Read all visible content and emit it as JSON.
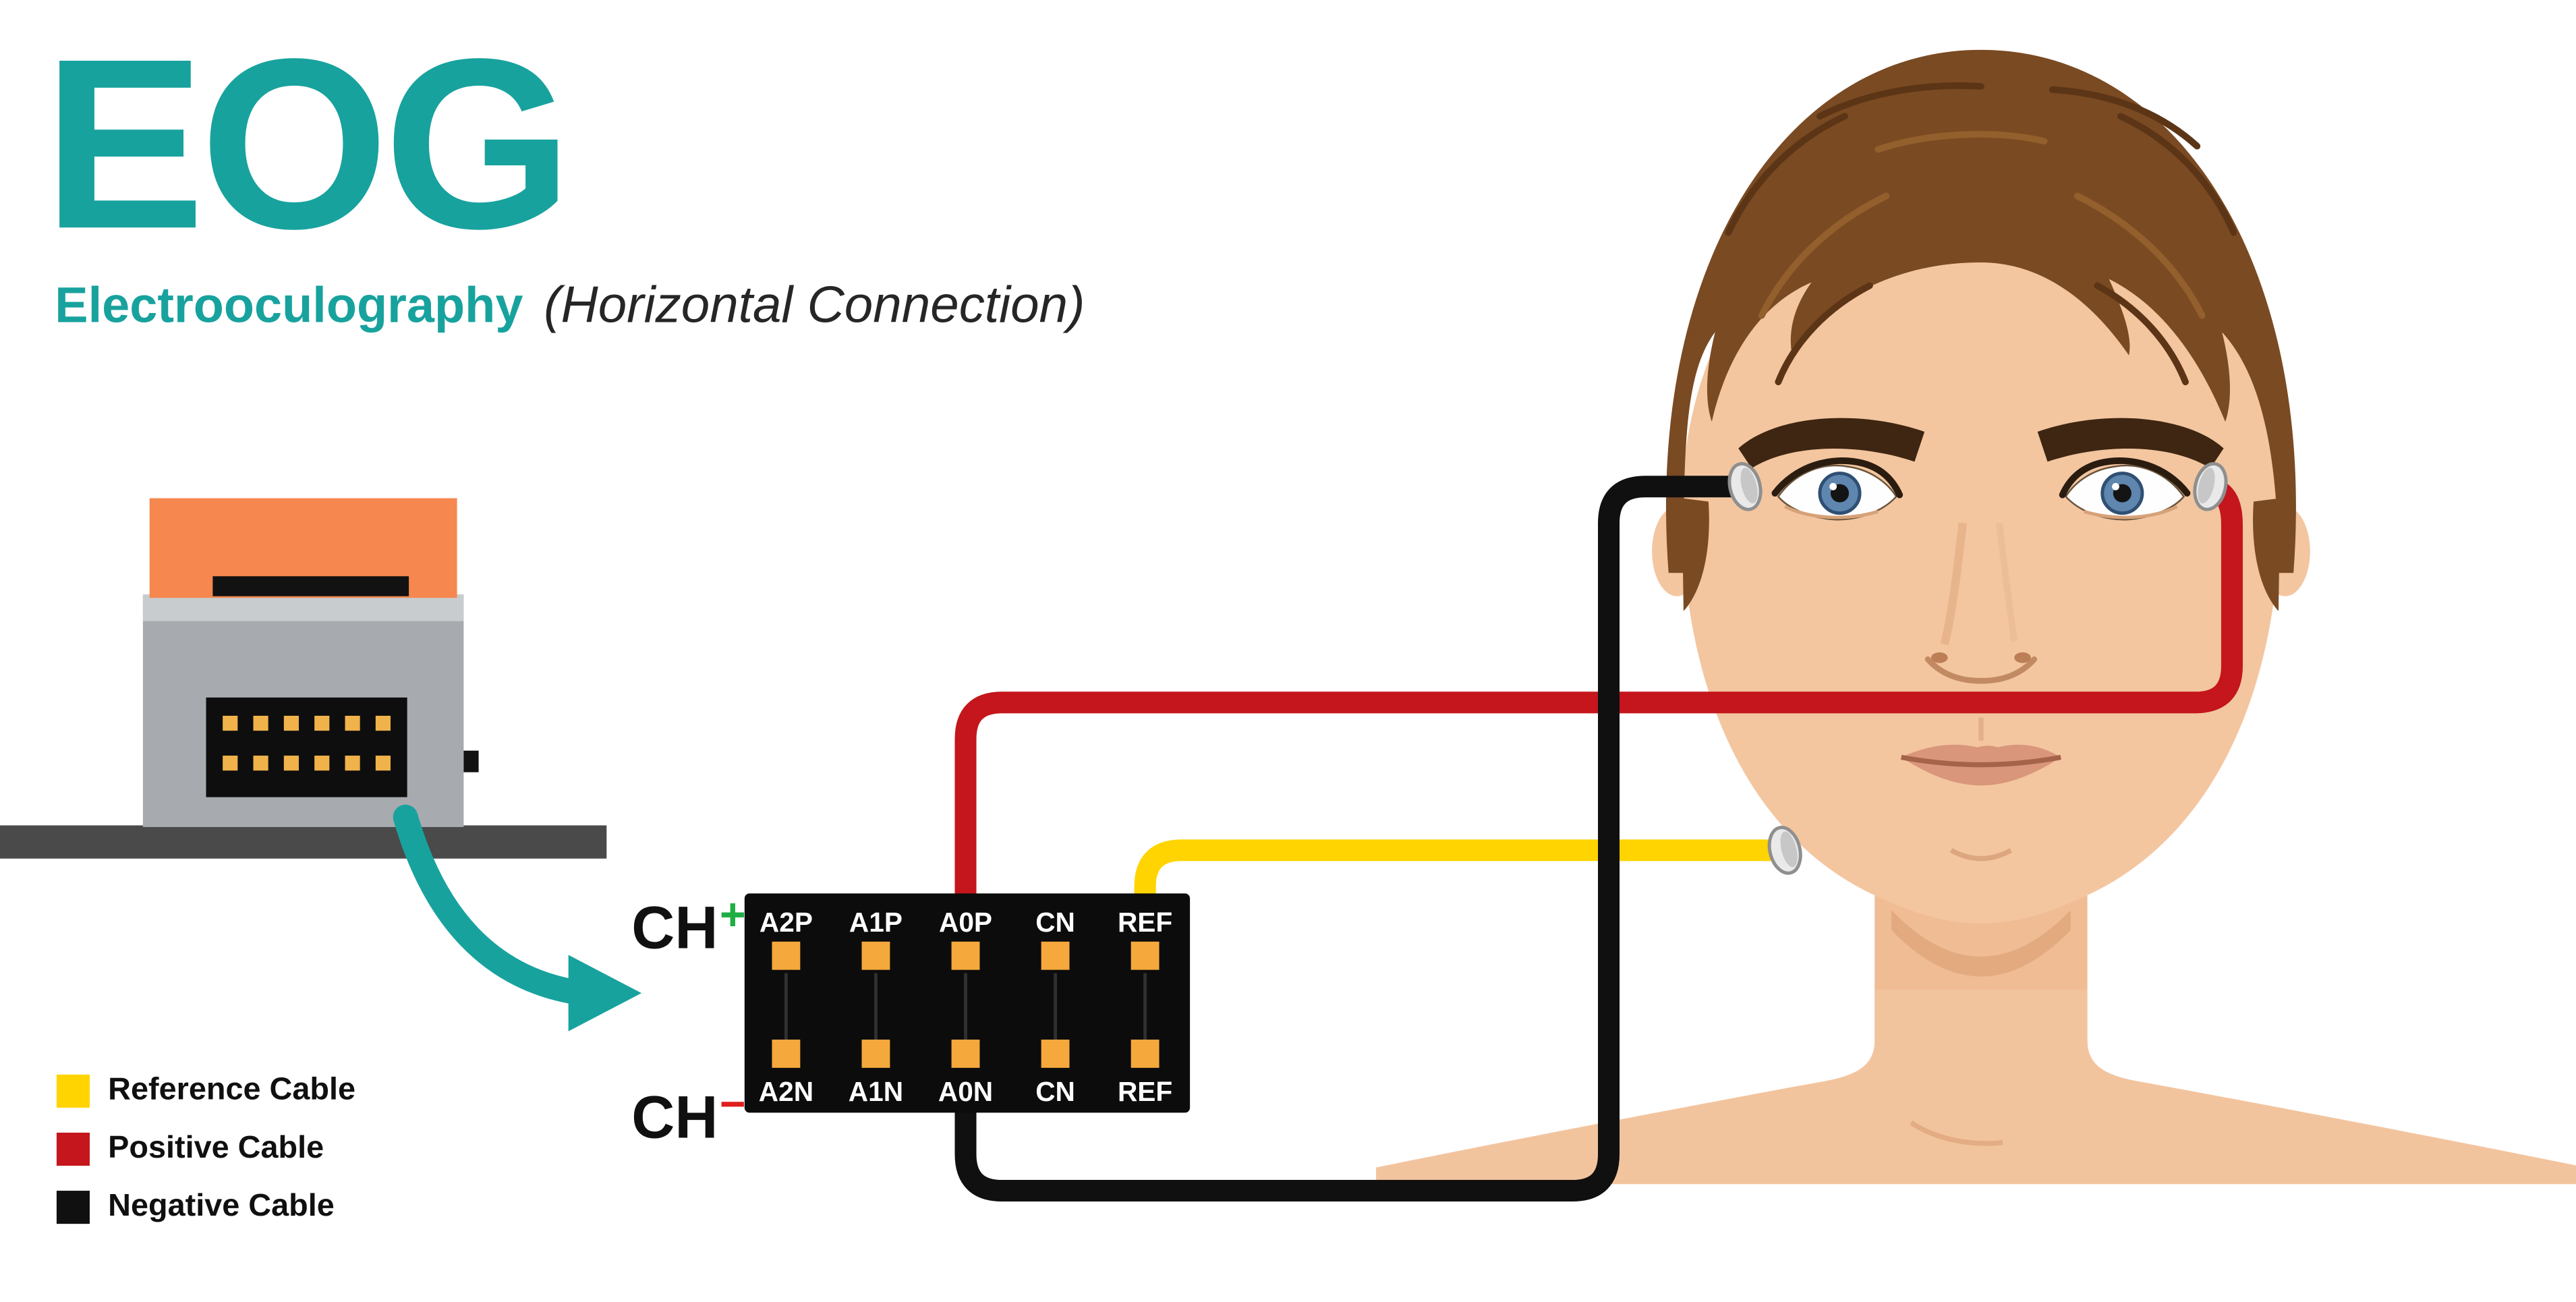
{
  "header": {
    "title": "EOG",
    "subtitle_bold": "Electrooculography",
    "subtitle_italic": "(Horizontal Connection)"
  },
  "channels": {
    "positive": {
      "label": "CH",
      "sign": "+"
    },
    "negative": {
      "label": "CH",
      "sign": "−"
    }
  },
  "pin_header": {
    "top_row": [
      "A2P",
      "A1P",
      "A0P",
      "CN",
      "REF"
    ],
    "bottom_row": [
      "A2N",
      "A1N",
      "A0N",
      "CN",
      "REF"
    ]
  },
  "legend": {
    "items": [
      {
        "label": "Reference Cable",
        "color": "#FFD400"
      },
      {
        "label": "Positive Cable",
        "color": "#C4161C"
      },
      {
        "label": "Negative Cable",
        "color": "#101010"
      }
    ]
  },
  "colors": {
    "accent": "#18A29E",
    "cable_red": "#C4161C",
    "cable_yellow": "#FFD400",
    "cable_black": "#101010",
    "pin_orange": "#F5A83C",
    "device_orange": "#F5874F"
  }
}
